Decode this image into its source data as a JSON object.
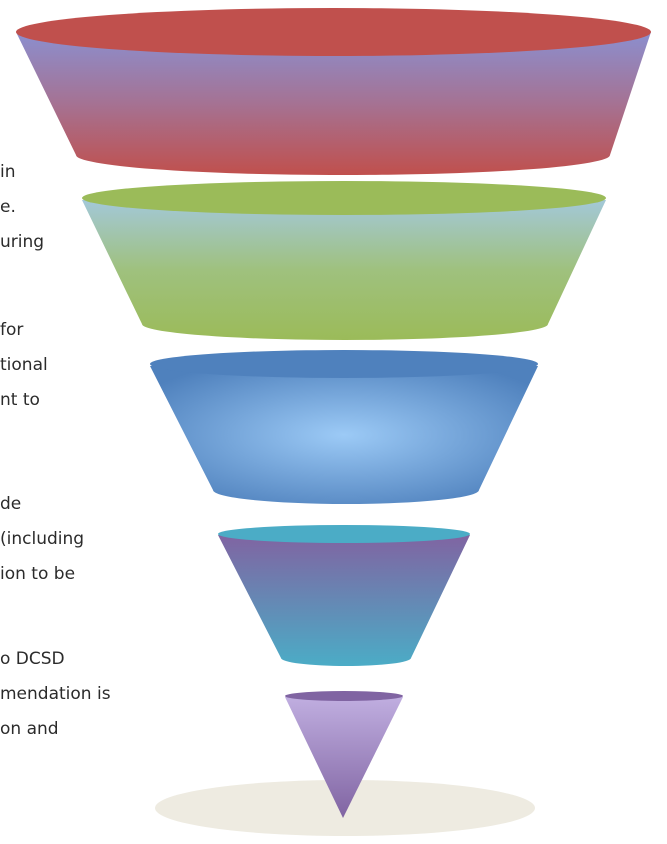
{
  "text_blocks": [
    {
      "lines": [
        " in",
        "e.",
        "uring"
      ]
    },
    {
      "lines": [
        " for",
        "tional",
        "nt to"
      ]
    },
    {
      "lines": [
        "de",
        " (including",
        "ion to be"
      ]
    },
    {
      "lines": [
        "o DCSD",
        "mendation is",
        "on and"
      ]
    }
  ],
  "funnel": {
    "levels": [
      {
        "name": "level-1",
        "top_color": "#c0504d",
        "body_colors": [
          "#8b8fcf",
          "#a57293",
          "#c0504d"
        ]
      },
      {
        "name": "level-2",
        "top_color": "#9bbb59",
        "body_colors": [
          "#a3c8d8",
          "#9fc17e",
          "#9bbb59"
        ]
      },
      {
        "name": "level-3",
        "top_color": "#4f81bd",
        "body_colors": [
          "#9ccaf6",
          "#4f81bd"
        ]
      },
      {
        "name": "level-4",
        "top_color": "#4bacc6",
        "body_colors": [
          "#8064a2",
          "#4bacc6"
        ]
      },
      {
        "name": "level-5",
        "top_color": "#8064a2",
        "body_colors": [
          "#c0aee0",
          "#8064a2"
        ]
      }
    ],
    "base_color": "#eeebe1"
  }
}
